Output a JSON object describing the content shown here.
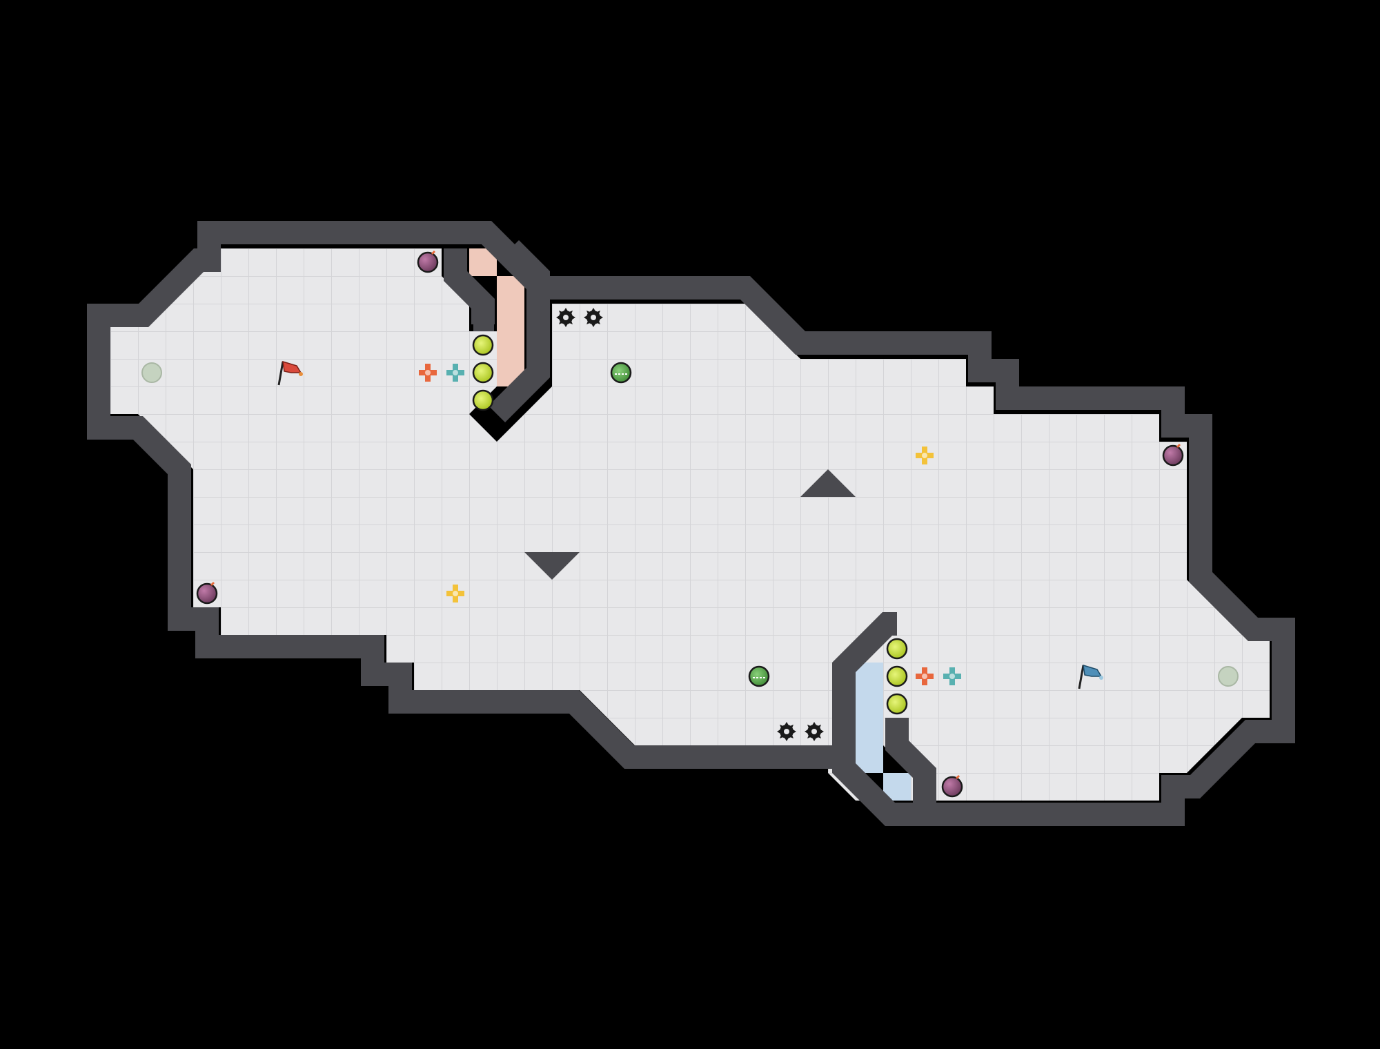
{
  "game": {
    "board": {
      "cols": 44,
      "rows": 22,
      "background": "#000000",
      "floor_color": "#e8e8ea",
      "grid_line_color": "#d4d4d7",
      "wall_color": "#4a4a4f",
      "wall_edge_color": "#2e2e32"
    },
    "zones": [
      {
        "name": "red-team-base-zone",
        "color": "#efc9bb"
      },
      {
        "name": "blue-team-base-zone",
        "color": "#c4d9ec"
      }
    ],
    "flags": [
      {
        "team": "red",
        "color": "#d94a3c",
        "icon": "red-flag-icon"
      },
      {
        "team": "blue",
        "color": "#4f8fb8",
        "icon": "blue-flag-icon"
      }
    ],
    "pickups": {
      "bomb_color": "#8b4a78",
      "boost_color": "#c8e03a",
      "boost_ring_color": "#1a1a1a",
      "powerup_color": "#5fae4f",
      "spike_color": "#1a1a1a",
      "portal_color": "#c5d3c0",
      "red_gate_color": "#e8673d",
      "blue_gate_color": "#58b0b0",
      "neutral_gate_color": "#f3c23a"
    },
    "legend_icons": [
      "bomb-icon",
      "boost-pad-icon",
      "powerup-icon",
      "spike-icon",
      "portal-icon",
      "gate-icon",
      "flag-icon",
      "ramp-icon"
    ]
  }
}
